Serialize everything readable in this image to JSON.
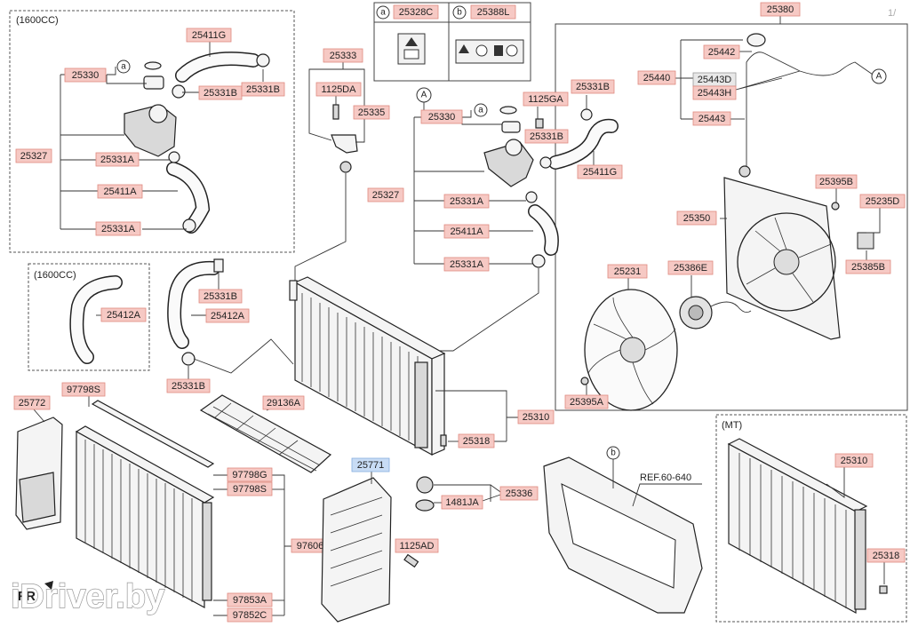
{
  "page_number": "1/",
  "group_labels": {
    "g1600_top": "(1600CC)",
    "g1600_hose": "(1600CC)",
    "mt": "(MT)"
  },
  "legend": {
    "a_letter": "a",
    "a_part": "25328C",
    "b_letter": "b",
    "b_part": "25388L"
  },
  "connector_letters": {
    "A": "A",
    "a": "a",
    "b": "b"
  },
  "ref_note": "REF.60-640",
  "part_numbers": {
    "p25411G_l": "25411G",
    "p25330_l": "25330",
    "p25331B_l1": "25331B",
    "p25331B_l2": "25331B",
    "p25327_l": "25327",
    "p25331A_l1": "25331A",
    "p25411A_l": "25411A",
    "p25331A_l2": "25331A",
    "p25412A_d": "25412A",
    "p25331B_m": "25331B",
    "p25412A_m": "25412A",
    "p25331B_m2": "25331B",
    "p25333": "25333",
    "p1125DA": "1125DA",
    "p25335": "25335",
    "p25330_c": "25330",
    "p1125GA": "1125GA",
    "p25331B_c1": "25331B",
    "p25331B_c2": "25331B",
    "p25411G_c": "25411G",
    "p25327_c": "25327",
    "p25331A_c1": "25331A",
    "p25411A_c": "25411A",
    "p25331A_c2": "25331A",
    "p25380": "25380",
    "p25442": "25442",
    "p25440": "25440",
    "p25443D": "25443D",
    "p25443H": "25443H",
    "p25443": "25443",
    "p25395B": "25395B",
    "p25235D": "25235D",
    "p25350": "25350",
    "p25386E": "25386E",
    "p25385B": "25385B",
    "p25231": "25231",
    "p25395A": "25395A",
    "p25772": "25772",
    "p97798S_t": "97798S",
    "p29136A": "29136A",
    "p25310_c": "25310",
    "p25318_c": "25318",
    "p25771": "25771",
    "p97798G": "97798G",
    "p97798S_m": "97798S",
    "p25336": "25336",
    "p1481JA": "1481JA",
    "p97606": "97606",
    "p1125AD": "1125AD",
    "p97853A": "97853A",
    "p97852C": "97852C",
    "p25310_mt": "25310",
    "p25318_mt": "25318"
  },
  "watermark": "iDriver.by",
  "footer_label": "FR"
}
